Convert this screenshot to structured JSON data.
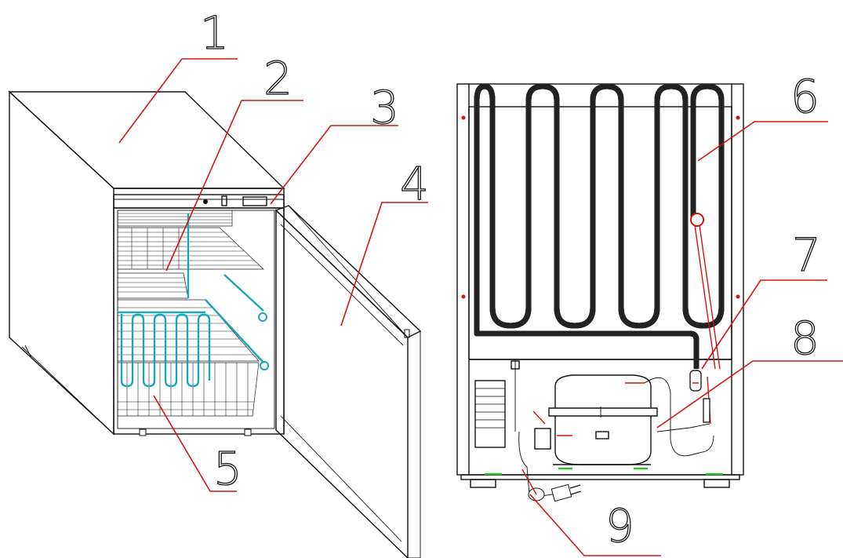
{
  "callouts": [
    {
      "id": "1",
      "label": "1"
    },
    {
      "id": "2",
      "label": "2"
    },
    {
      "id": "3",
      "label": "3"
    },
    {
      "id": "4",
      "label": "4"
    },
    {
      "id": "5",
      "label": "5"
    },
    {
      "id": "6",
      "label": "6"
    },
    {
      "id": "7",
      "label": "7"
    },
    {
      "id": "8",
      "label": "8"
    },
    {
      "id": "9",
      "label": "9"
    }
  ],
  "colors": {
    "leader": "#d21414",
    "evaporator": "#1aa6b7",
    "outline": "#111111",
    "feet": "#2cc12c"
  }
}
